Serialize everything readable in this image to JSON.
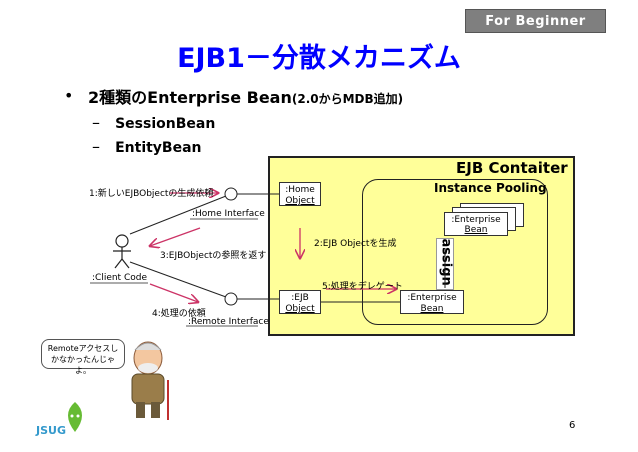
{
  "badge": "For Beginner",
  "title": "EJB1－分散メカニズム",
  "bullet": "•",
  "point1_main": "2種類のEnterprise Bean",
  "point1_note": "(2.0からMDB追加)",
  "sub_dash": "–",
  "sub1": "SessionBean",
  "sub2": "EntityBean",
  "diagram": {
    "container_title": "EJB Contaiter",
    "pool_title": "Instance Pooling",
    "bean_label_1": ":Enterprise",
    "bean_label_2": "Bean",
    "assign": "assign",
    "home_object_1": ":Home",
    "home_object_2": "Object",
    "ejb_object_1": ":EJB",
    "ejb_object_2": "Object",
    "enterprise_bean_1": ":Enterprise",
    "enterprise_bean_2": "Bean",
    "client_code": ":Client Code",
    "msg1": "1:新しいEJBObjectの生成依頼",
    "home_interface": ":Home Interface",
    "msg2": "2:EJB Objectを生成",
    "msg3": "3:EJBObjectの参照を返す",
    "msg4": "4:処理の依頼",
    "remote_interface": ":Remote Interface",
    "msg5": "5:処理をデレゲート"
  },
  "speech": "Remoteアクセスしかなかったんじゃよ。",
  "logo_text": "JSUG",
  "page_number": "6",
  "colors": {
    "title": "#0000ff",
    "container_fill": "#ffff99",
    "badge_bg": "#7f7f7f",
    "arrow": "#cc3366",
    "footer": "#9acb34"
  }
}
